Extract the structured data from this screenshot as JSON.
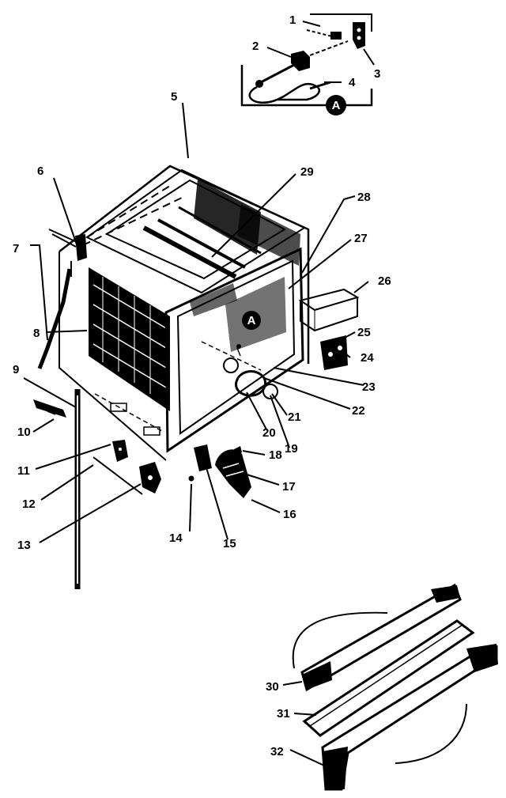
{
  "callouts": [
    "1",
    "2",
    "3",
    "4",
    "5",
    "6",
    "7",
    "8",
    "9",
    "10",
    "11",
    "12",
    "13",
    "14",
    "15",
    "16",
    "17",
    "18",
    "19",
    "20",
    "21",
    "22",
    "23",
    "24",
    "25",
    "26",
    "27",
    "28",
    "29",
    "30",
    "31",
    "32"
  ],
  "detail_marker": "A",
  "colors": {
    "ink": "#000000",
    "paper": "#ffffff"
  }
}
